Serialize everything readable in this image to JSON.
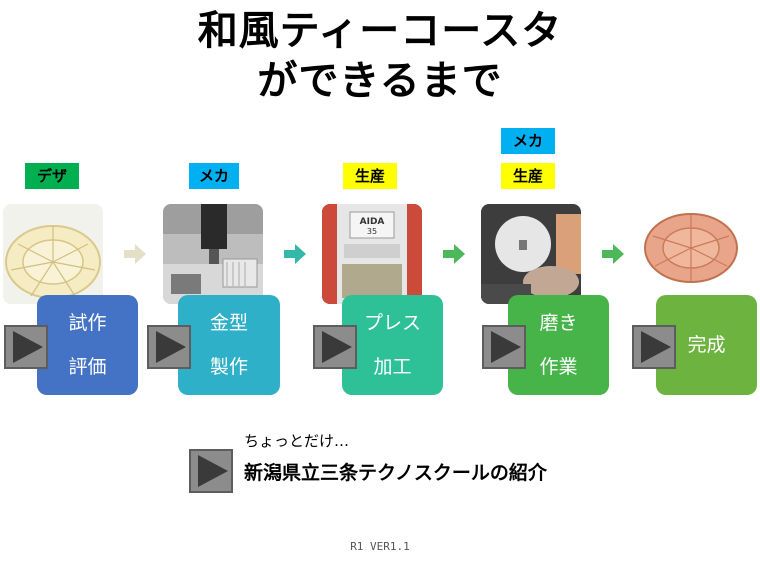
{
  "title": {
    "line1": "和風ティーコースタ",
    "line2": "ができるまで"
  },
  "colors": {
    "tag_design": "#00b050",
    "tag_mecha": "#00b0f0",
    "tag_production": "#ffff00",
    "step1": "#4472c4",
    "step2": "#2eb0c9",
    "step3": "#2ec197",
    "step4": "#46b448",
    "step5": "#6db33f",
    "arrow_light": "#e3dfc8",
    "arrow_teal": "#34b8a9",
    "arrow_green": "#4cb85a"
  },
  "steps": [
    {
      "tags": [
        "デザ"
      ],
      "line1": "試作",
      "line2": "評価",
      "icon": "clear-glass-plate-photo"
    },
    {
      "tags": [
        "メカ"
      ],
      "line1": "金型",
      "line2": "製作",
      "icon": "milling-machine-photo"
    },
    {
      "tags": [
        "生産"
      ],
      "line1": "プレス",
      "line2": "加工",
      "icon": "press-machine-photo"
    },
    {
      "tags": [
        "メカ",
        "生産"
      ],
      "line1": "磨き",
      "line2": "作業",
      "icon": "polishing-photo"
    },
    {
      "tags": [],
      "line1": "完成",
      "line2": "",
      "icon": "copper-coaster-photo"
    }
  ],
  "press_label": {
    "brand": "AIDA",
    "number": "35"
  },
  "intro": {
    "note": "ちょっとだけ…",
    "label": "新潟県立三条テクノスクールの紹介"
  },
  "version": "R1 VER1.1"
}
